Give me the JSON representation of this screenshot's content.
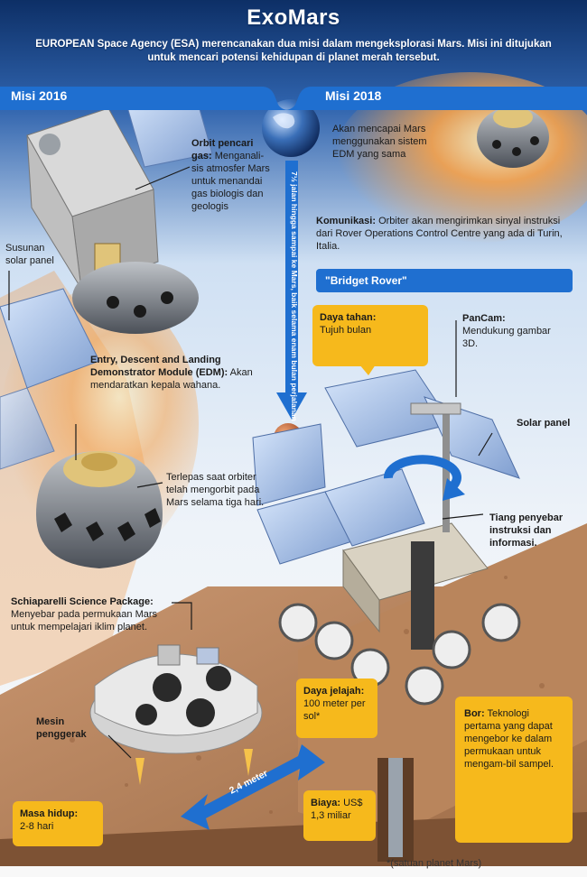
{
  "header": {
    "title": "ExoMars",
    "intro": "EUROPEAN Space Agency (ESA) merencanakan dua misi dalam mengeksplorasi Mars. Misi ini ditujukan untuk mencari potensi kehidupan di planet merah tersebut."
  },
  "sections": {
    "left_tab": "Misi 2016",
    "right_tab": "Misi 2018",
    "travel_note": "7½ jalan hingga sampai ke Mars, baik selama enam bulan perjalanan"
  },
  "mission_2016": {
    "orbiter": {
      "title": "Orbit pencari gas:",
      "body": "Menganali-sis atmosfer Mars untuk menandai gas biologis dan geologis"
    },
    "solar_panel": "Susunan solar panel",
    "edm": {
      "title": "Entry, Descent and Landing Demonstrator Module (EDM):",
      "body": "Akan mendaratkan kepala wahana."
    },
    "release": "Terlepas saat orbiter telah mengorbit pada Mars selama tiga hari.",
    "schiaparelli": {
      "title": "Schiaparelli Science Package:",
      "body": "Menyebar pada permukaan Mars untuk mempelajari iklim planet."
    },
    "thrusters": "Mesin penggerak",
    "lifetime": {
      "title": "Masa hidup:",
      "body": "2-8 hari"
    }
  },
  "mission_2018": {
    "edm_note": "Akan mencapai Mars menggunakan sistem EDM yang sama",
    "communication": {
      "title": "Komunikasi:",
      "body": "Orbiter akan mengirimkan sinyal instruksi dari Rover Operations Control Centre yang ada di Turin, Italia."
    },
    "rover_header": "\"Bridget Rover\"",
    "endurance": {
      "title": "Daya tahan:",
      "body": "Tujuh bulan"
    },
    "pancam": {
      "title": "PanCam:",
      "body": "Mendukung gambar 3D."
    },
    "solar_panel": "Solar panel",
    "mast": "Tiang penyebar instruksi dan informasi.",
    "range": {
      "title": "Daya jelajah:",
      "body": "100 meter per sol*"
    },
    "dimension": "2,4 meter",
    "drill": {
      "title": "Bor:",
      "body": "Teknologi pertama yang dapat mengebor ke dalam permukaan untuk mengam-bil sampel."
    },
    "cost": {
      "title": "Biaya:",
      "body": "US$ 1,3 miliar"
    },
    "footnote": "*(satuan planet Mars)"
  },
  "colors": {
    "accent_blue": "#1f6fd0",
    "highlight_yellow": "#f6b91c",
    "space_dark": "#0b2a5a",
    "mars_ground": "#b97a4c"
  }
}
